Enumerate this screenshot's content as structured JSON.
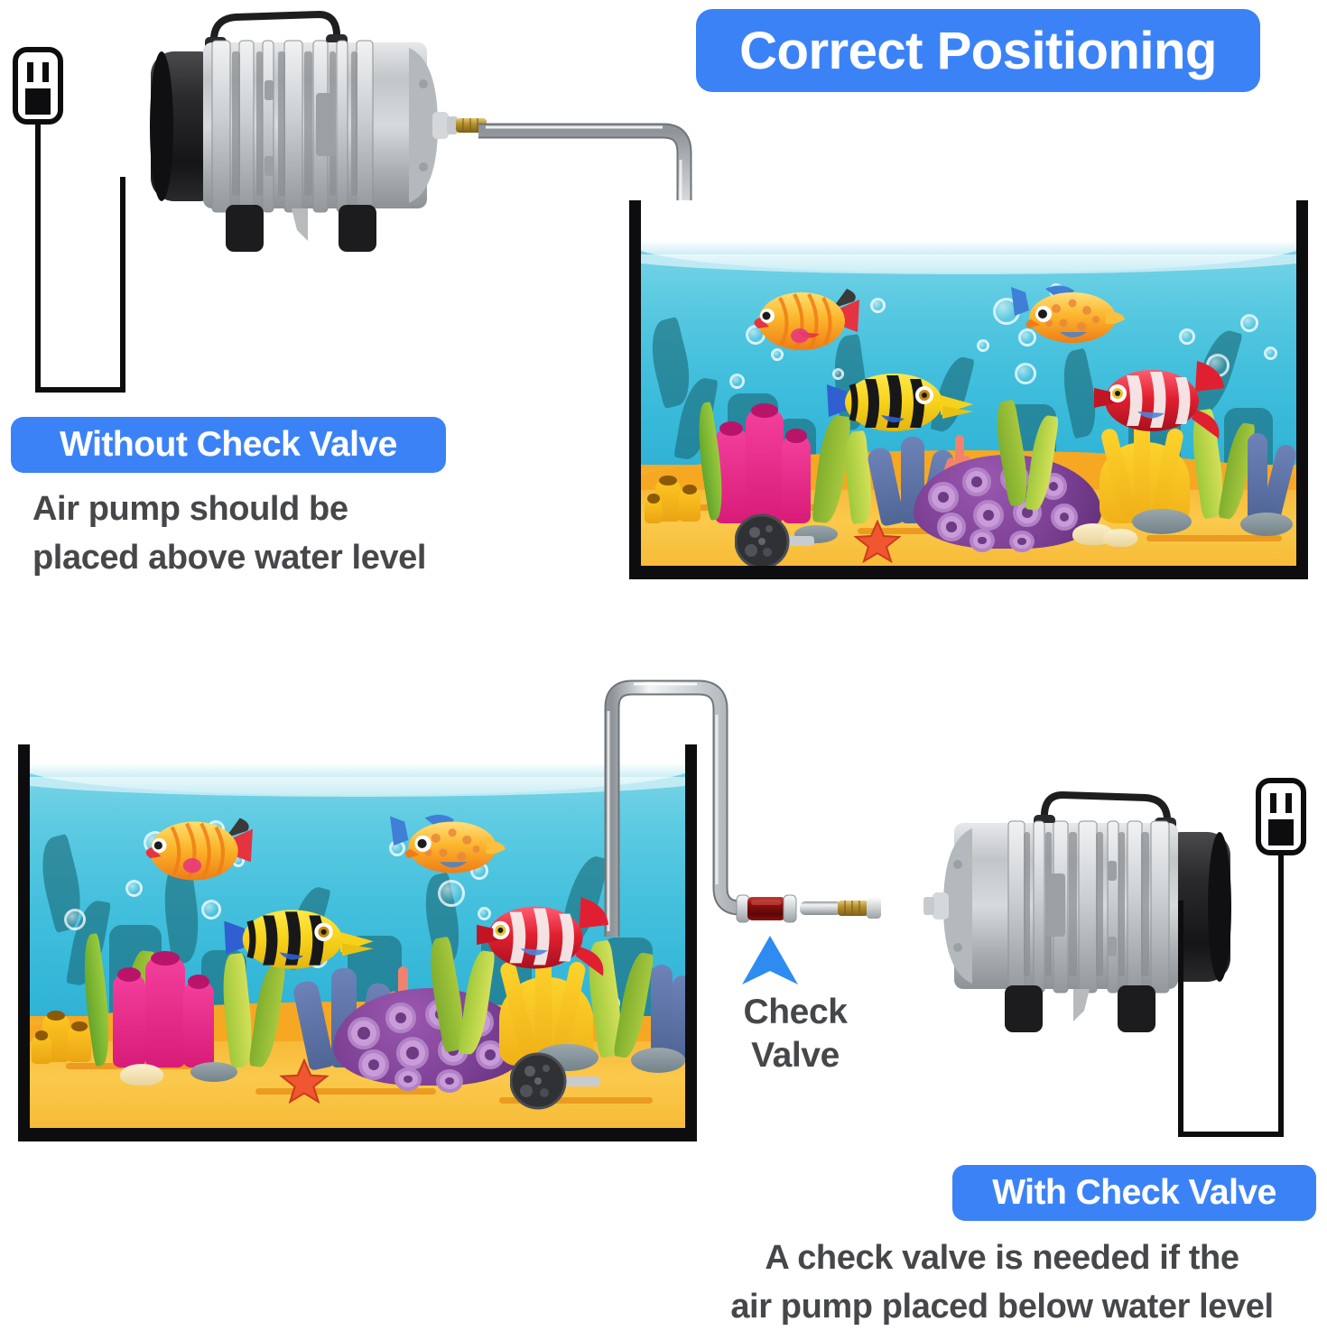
{
  "title_badge": {
    "label": "Correct Positioning",
    "color": "#3b82f6",
    "text_color": "#ffffff"
  },
  "panels": [
    {
      "id": "without-check-valve",
      "badge_label": "Without Check Valve",
      "caption_line1": "Air pump should be",
      "caption_line2": "placed above water level",
      "pump_position": "above-water-level",
      "has_check_valve": false
    },
    {
      "id": "with-check-valve",
      "badge_label": "With Check Valve",
      "caption_line1": "A check valve is needed if the",
      "caption_line2": "air pump placed below water level",
      "pump_position": "below-water-level",
      "has_check_valve": true
    }
  ],
  "callout": {
    "label_line1": "Check",
    "label_line2": "Valve",
    "arrow_color": "#2e8bf0",
    "arrow_direction": "up"
  },
  "icons": {
    "plug_top": "power-plug-icon",
    "plug_bottom": "power-plug-icon",
    "air_stone_top": "air-stone-icon",
    "air_stone_bottom": "air-stone-icon",
    "check_valve": "check-valve-icon"
  },
  "colors": {
    "badge_blue": "#3b82f6",
    "caption_gray": "#45474a",
    "tank_frame": "#0d0d0f",
    "water_top": "#7ed5e8",
    "water_bottom": "#219fc6",
    "sand": "#f8b93a",
    "check_valve_body": "#8e1111",
    "brass_nozzle": "#b8922e",
    "pump_motor": "#1d1d1f",
    "pump_body": "#b9bdc0",
    "background": "#ffffff"
  },
  "equipment": {
    "pump_top": {
      "name": "air-pump",
      "motor_side": "left",
      "outlet_side": "right",
      "handle": true,
      "feet": 2
    },
    "pump_bottom": {
      "name": "air-pump",
      "motor_side": "right",
      "outlet_side": "left",
      "handle": true,
      "feet": 2
    }
  },
  "tanks": {
    "top": {
      "name": "aquarium-tank",
      "fish": [
        "orange-butterflyfish",
        "orange-spotted-fish",
        "yellow-striped-angelfish",
        "red-white-striped-angelfish"
      ],
      "decor": [
        "seaweed",
        "pink-tube-coral",
        "yellow-tube-coral",
        "purple-polyp-rock",
        "blue-coral",
        "yellow-anemone",
        "stones",
        "shells",
        "starfish"
      ],
      "air_stone": true
    },
    "bottom": {
      "name": "aquarium-tank",
      "fish": [
        "orange-butterflyfish",
        "orange-spotted-fish",
        "yellow-striped-angelfish",
        "red-white-striped-angelfish"
      ],
      "decor": [
        "seaweed",
        "pink-tube-coral",
        "yellow-tube-coral",
        "purple-polyp-rock",
        "blue-coral",
        "yellow-anemone",
        "stones",
        "shells",
        "starfish"
      ],
      "air_stone": true
    }
  }
}
